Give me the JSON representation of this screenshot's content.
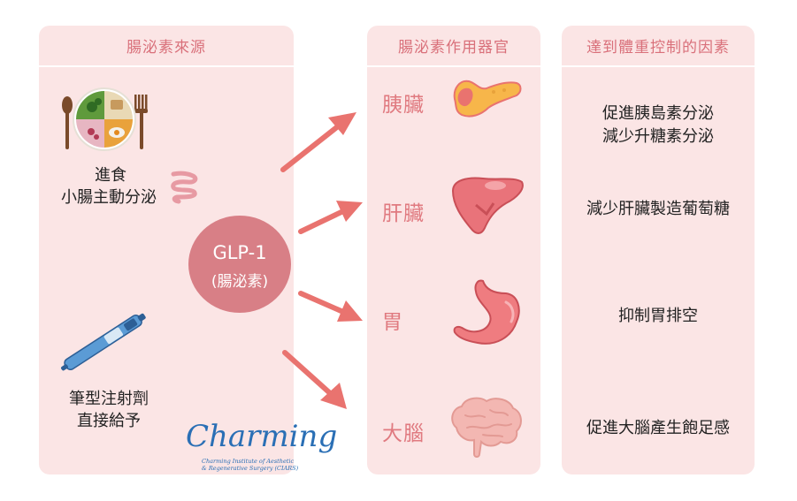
{
  "source_panel": {
    "title": "腸泌素來源",
    "eating_line1": "進食",
    "eating_line2": "小腸主動分泌",
    "pen_line1": "筆型注射劑",
    "pen_line2": "直接給予"
  },
  "center": {
    "line1": "GLP-1",
    "line2": "(腸泌素)"
  },
  "organs_panel": {
    "title": "腸泌素作用器官",
    "items": [
      {
        "label": "胰臟",
        "icon": "pancreas-icon"
      },
      {
        "label": "肝臟",
        "icon": "liver-icon"
      },
      {
        "label": "胃",
        "icon": "stomach-icon"
      },
      {
        "label": "大腦",
        "icon": "brain-icon"
      }
    ]
  },
  "effects_panel": {
    "title": "達到體重控制的因素",
    "items": [
      {
        "line1": "促進胰島素分泌",
        "line2": "減少升糖素分泌"
      },
      {
        "line1": "減少肝臟製造葡萄糖"
      },
      {
        "line1": "抑制胃排空"
      },
      {
        "line1": "促進大腦產生飽足感"
      }
    ]
  },
  "logo": {
    "word": "Charming",
    "sub1": "Charming Institute of Aesthetic",
    "sub2": "& Regenerative Surgery (CIARS)"
  },
  "colors": {
    "panel_bg": "#fbe5e5",
    "accent": "#d9707a",
    "arrow": "#e9736f",
    "circle": "#d87f86",
    "logo": "#2a6fb5"
  }
}
